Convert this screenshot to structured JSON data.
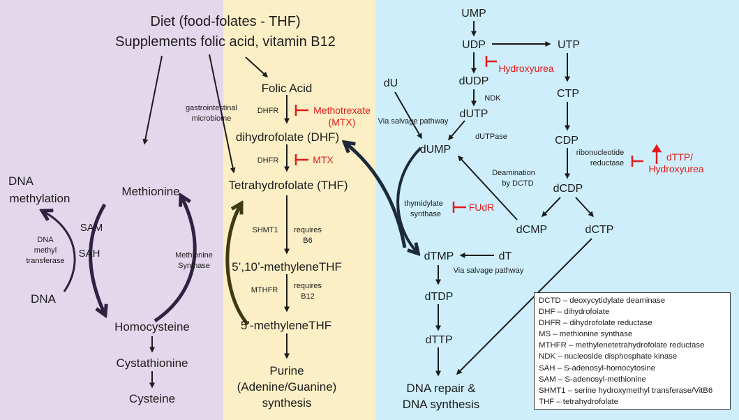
{
  "colors": {
    "purple_panel": "#e3d7ec",
    "yellow_panel": "#fcefc6",
    "blue_panel": "#cdeefa",
    "inhibitor_red": "#e21b1b",
    "cycle_arrow_dark": "#2c2440",
    "cycle_arrow_olive": "#3d3a14",
    "cycle_arrow_navy": "#1c2a3a"
  },
  "diet": {
    "line1": "Diet (food-folates - THF)",
    "line2": "Supplements folic acid, vitamin B12"
  },
  "methionine_cycle": {
    "dna_methylation_1": "DNA",
    "dna_methylation_2": "methylation",
    "methionine": "Methionine",
    "sam": "SAM",
    "sah": "SAH",
    "dna": "DNA",
    "dmt_1": "DNA",
    "dmt_2": "methyl",
    "dmt_3": "transferase",
    "ms_1": "Methionine",
    "ms_2": "Synthase",
    "gut_1": "gastrointestinal",
    "gut_2": "microbiome",
    "homocysteine": "Homocysteine",
    "cystathionine": "Cystathionine",
    "cysteine": "Cysteine"
  },
  "folate_pathway": {
    "folic_acid": "Folic Acid",
    "dhfr_1": "DHFR",
    "dhf": "dihydrofolate (DHF)",
    "dhfr_2": "DHFR",
    "thf": "Tetrahydrofolate (THF)",
    "shmt1": "SHMT1",
    "requires_b6_1": "requires",
    "requires_b6_2": "B6",
    "methylene_thf": "5’,10’-methyleneTHF",
    "mthfr": "MTHFR",
    "requires_b12_1": "requires",
    "requires_b12_2": "B12",
    "methyl_thf": "5’-methyleneTHF",
    "purine_1": "Purine",
    "purine_2": "(Adenine/Guanine)",
    "purine_3": "synthesis"
  },
  "inhibitors": {
    "methotrexate_1": "Methotrexate",
    "methotrexate_2": "(MTX)",
    "mtx": "MTX",
    "hydroxyurea": "Hydroxyurea",
    "fudr": "FUdR",
    "dttp_1": "dTTP/",
    "dttp_2": "Hydroxyurea"
  },
  "nucleotides": {
    "ump": "UMP",
    "udp": "UDP",
    "utp": "UTP",
    "dudp": "dUDP",
    "ndk": "NDK",
    "dutp": "dUTP",
    "dutpase": "dUTPase",
    "du": "dU",
    "salvage_1": "Via salvage pathway",
    "dump": "dUMP",
    "ctp": "CTP",
    "cdp": "CDP",
    "rnr_1": "ribonucleotide",
    "rnr_2": "reductase",
    "dcdp": "dCDP",
    "deam_1": "Deamination",
    "deam_2": "by DCTD",
    "ts_1": "thymidylate",
    "ts_2": "synthase",
    "dcmp": "dCMP",
    "dctp": "dCTP",
    "dtmp": "dTMP",
    "dt": "dT",
    "salvage_2": "Via salvage pathway",
    "dtdp": "dTDP",
    "dttp": "dTTP",
    "repair_1": "DNA repair &",
    "repair_2": "DNA synthesis"
  },
  "legend": [
    "DCTD – deoxycytidylate deaminase",
    "DHF – dihydrofolate",
    "DHFR – dihydrofolate reductase",
    "MS – methionine synthase",
    "MTHFR – methylenetetrahydrofolate reductase",
    "NDK – nucleoside disphosphate kinase",
    "SAH – S-adenosyl-homocytosine",
    "SAM – S-adenosyl-methionine",
    "SHMT1 – serine hydroxymethyl transferase/VitB6",
    "THF – tetrahydrofolate"
  ]
}
